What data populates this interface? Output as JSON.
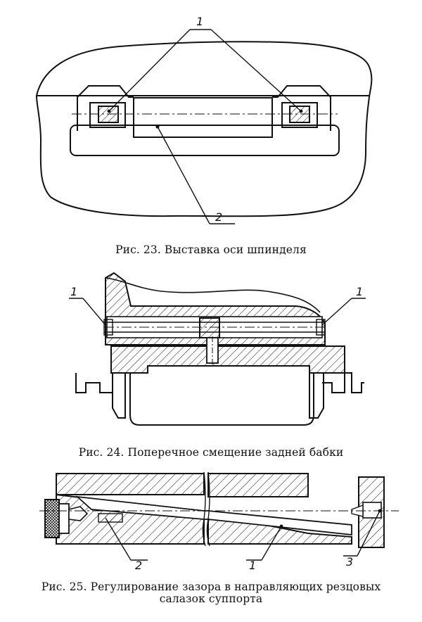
{
  "figures": [
    {
      "id": "fig23",
      "caption": "Рис. 23. Выставка оси шпинделя",
      "callouts": [
        "1",
        "2"
      ]
    },
    {
      "id": "fig24",
      "caption": "Рис. 24. Поперечное смещение задней бабки",
      "callouts": [
        "1",
        "1"
      ]
    },
    {
      "id": "fig25",
      "caption_line1": "Рис. 25. Регулирование зазора  в направляющих резцовых",
      "caption_line2": "салазок суппорта",
      "callouts": [
        "2",
        "1",
        "3"
      ]
    }
  ],
  "colors": {
    "ink": "#111111",
    "paper": "#ffffff"
  }
}
